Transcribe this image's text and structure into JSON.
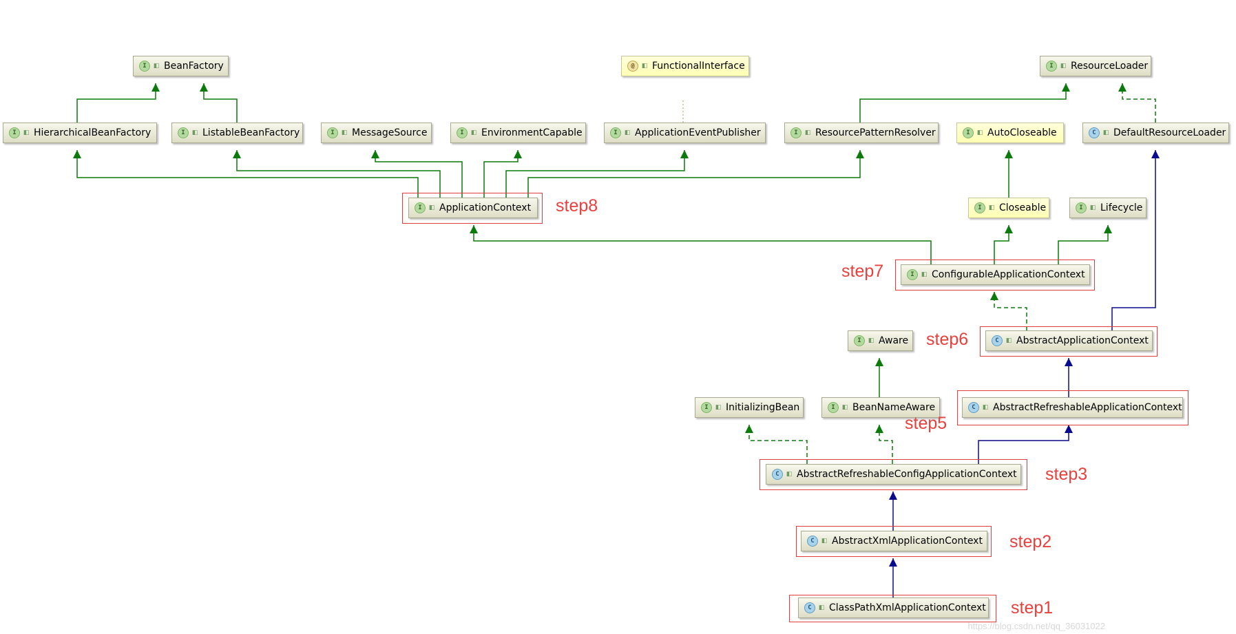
{
  "nodes": {
    "beanFactory": {
      "kind": "I",
      "name": "BeanFactory"
    },
    "functionalInterface": {
      "kind": "@",
      "name": "FunctionalInterface"
    },
    "resourceLoader": {
      "kind": "I",
      "name": "ResourceLoader"
    },
    "hierarchicalBeanFactory": {
      "kind": "I",
      "name": "HierarchicalBeanFactory"
    },
    "listableBeanFactory": {
      "kind": "I",
      "name": "ListableBeanFactory"
    },
    "messageSource": {
      "kind": "I",
      "name": "MessageSource"
    },
    "environmentCapable": {
      "kind": "I",
      "name": "EnvironmentCapable"
    },
    "applicationEventPublisher": {
      "kind": "I",
      "name": "ApplicationEventPublisher"
    },
    "resourcePatternResolver": {
      "kind": "I",
      "name": "ResourcePatternResolver"
    },
    "autoCloseable": {
      "kind": "I",
      "name": "AutoCloseable"
    },
    "defaultResourceLoader": {
      "kind": "C",
      "name": "DefaultResourceLoader"
    },
    "applicationContext": {
      "kind": "I",
      "name": "ApplicationContext"
    },
    "closeable": {
      "kind": "I",
      "name": "Closeable"
    },
    "lifecycle": {
      "kind": "I",
      "name": "Lifecycle"
    },
    "configurableApplicationContext": {
      "kind": "I",
      "name": "ConfigurableApplicationContext"
    },
    "aware": {
      "kind": "I",
      "name": "Aware"
    },
    "abstractApplicationContext": {
      "kind": "C",
      "name": "AbstractApplicationContext"
    },
    "initializingBean": {
      "kind": "I",
      "name": "InitializingBean"
    },
    "beanNameAware": {
      "kind": "I",
      "name": "BeanNameAware"
    },
    "abstractRefreshableApplicationContext": {
      "kind": "C",
      "name": "AbstractRefreshableApplicationContext"
    },
    "abstractRefreshableConfigApplicationContext": {
      "kind": "C",
      "name": "AbstractRefreshableConfigApplicationContext"
    },
    "abstractXmlApplicationContext": {
      "kind": "C",
      "name": "AbstractXmlApplicationContext"
    },
    "classPathXmlApplicationContext": {
      "kind": "C",
      "name": "ClassPathXmlApplicationContext"
    }
  },
  "steps": {
    "step1": "step1",
    "step2": "step2",
    "step3": "step3",
    "step5": "step5",
    "step6": "step6",
    "step7": "step7",
    "step8": "step8"
  },
  "watermark": "https://blog.csdn.net/qq_36031022",
  "colors": {
    "interfaceEdge": "#0a7a0a",
    "classEdge": "#0a0a8c",
    "highlight": "#e23b3b",
    "stepText": "#e8413d"
  }
}
